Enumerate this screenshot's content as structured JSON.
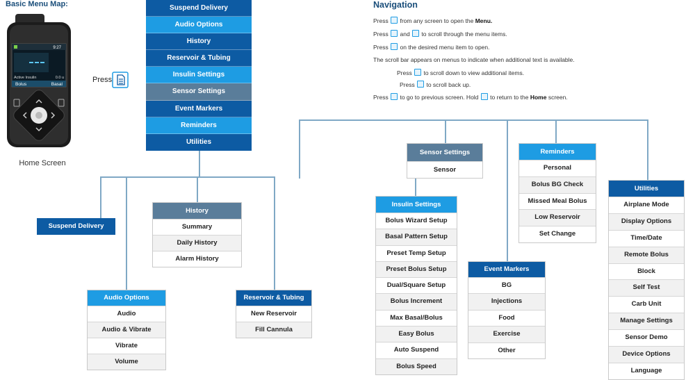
{
  "page": {
    "title": "Basic Menu Map:",
    "home_caption": "Home Screen",
    "press_label": "Press"
  },
  "device": {
    "time": "9:27",
    "active_insulin_label": "Active Insulin",
    "active_insulin_value": "0.0 u",
    "bolus_label": "Bolus",
    "basal_label": "Basal"
  },
  "menu": {
    "items": [
      "Suspend Delivery",
      "Audio Options",
      "History",
      "Reservoir & Tubing",
      "Insulin Settings",
      "Sensor Settings",
      "Event Markers",
      "Reminders",
      "Utilities"
    ]
  },
  "navigation": {
    "title": "Navigation",
    "lines": [
      {
        "a": "Press",
        "b": "from any screen to open the",
        "c": "Menu."
      },
      {
        "a": "Press",
        "b": "and",
        "c": "to scroll through the menu items."
      },
      {
        "a": "Press",
        "b": "on the desired menu item to open."
      },
      {
        "a": "The scroll bar appears on menus to indicate when additional text is available."
      },
      {
        "a": "Press",
        "b": "to scroll down to view additional items."
      },
      {
        "a": "Press",
        "b": "to scroll back up."
      },
      {
        "a": "Press",
        "b": "to go to previous screen. Hold",
        "c": "to return to the",
        "d": "Home",
        "e": "screen."
      }
    ]
  },
  "suspend_delivery": "Suspend Delivery",
  "history": {
    "header": "History",
    "items": [
      "Summary",
      "Daily History",
      "Alarm History"
    ]
  },
  "audio_options": {
    "header": "Audio Options",
    "items": [
      "Audio",
      "Audio & Vibrate",
      "Vibrate",
      "Volume"
    ]
  },
  "reservoir": {
    "header": "Reservoir & Tubing",
    "items": [
      "New Reservoir",
      "Fill Cannula"
    ]
  },
  "sensor_settings": {
    "header": "Sensor Settings",
    "items": [
      "Sensor"
    ]
  },
  "insulin_settings": {
    "header": "Insulin Settings",
    "items": [
      "Bolus Wizard Setup",
      "Basal Pattern Setup",
      "Preset Temp Setup",
      "Preset Bolus Setup",
      "Dual/Square Setup",
      "Bolus Increment",
      "Max Basal/Bolus",
      "Easy Bolus",
      "Auto Suspend",
      "Bolus Speed"
    ]
  },
  "event_markers": {
    "header": "Event Markers",
    "items": [
      "BG",
      "Injections",
      "Food",
      "Exercise",
      "Other"
    ]
  },
  "reminders": {
    "header": "Reminders",
    "items": [
      "Personal",
      "Bolus BG Check",
      "Missed Meal Bolus",
      "Low Reservoir",
      "Set Change"
    ]
  },
  "utilities": {
    "header": "Utilities",
    "items": [
      "Airplane Mode",
      "Display Options",
      "Time/Date",
      "Remote Bolus",
      "Block",
      "Self Test",
      "Carb Unit",
      "Manage Settings",
      "Sensor Demo",
      "Device Options",
      "Language"
    ]
  },
  "colors": {
    "navy": "#0d5ba3",
    "blue": "#1e9ce3",
    "slate": "#5a7d9a",
    "line": "#7fa8c5"
  }
}
